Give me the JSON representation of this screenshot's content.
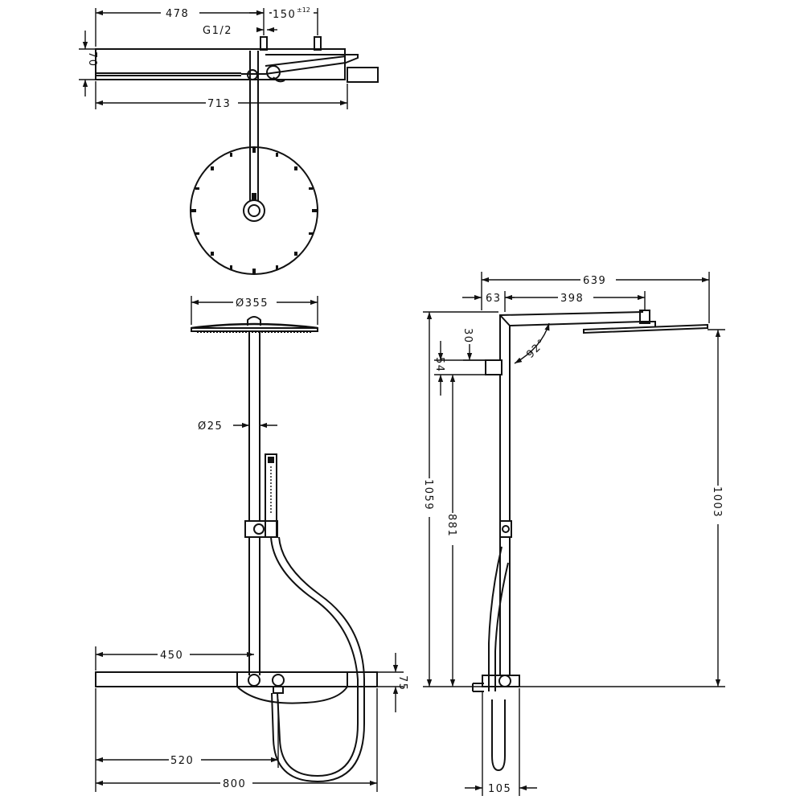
{
  "dimensions": {
    "top_width_478": "478",
    "top_offset_150": "150",
    "top_offset_tolerance": "±12",
    "top_thread": "G1/2",
    "top_height_70": "70",
    "top_length_713": "713",
    "front_diameter_355": "Ø355",
    "front_pipe_diameter_25": "Ø25",
    "front_shelf_450": "450",
    "front_shelf_75": "75",
    "front_520": "520",
    "front_800": "800",
    "side_639": "639",
    "side_63": "63",
    "side_398": "398",
    "side_30": "30",
    "side_54": "54",
    "side_angle": "92°",
    "side_1059": "1059",
    "side_881": "881",
    "side_1003": "1003",
    "side_105": "105"
  }
}
